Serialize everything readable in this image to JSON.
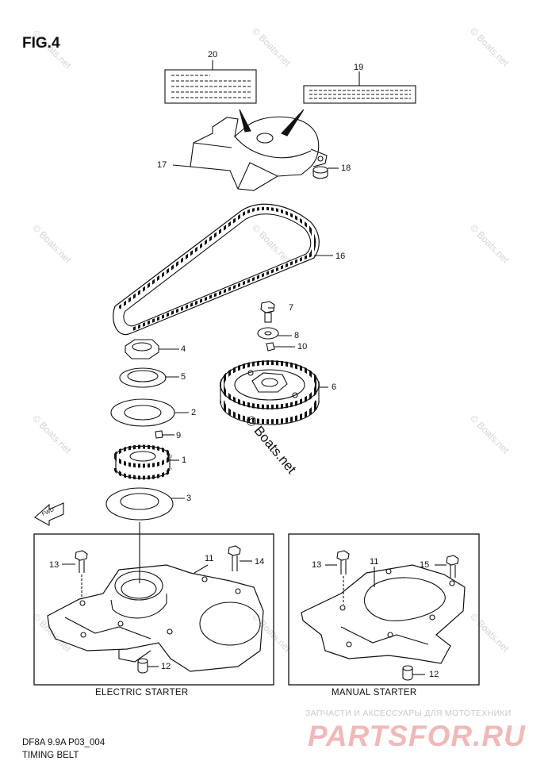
{
  "figure_title": "FIG.4",
  "parts": {
    "p1": "1",
    "p2": "2",
    "p3": "3",
    "p4": "4",
    "p5": "5",
    "p6": "6",
    "p7": "7",
    "p8": "8",
    "p9": "9",
    "p10": "10",
    "p11a": "11",
    "p11b": "11",
    "p12a": "12",
    "p12b": "12",
    "p13a": "13",
    "p13b": "13",
    "p14": "14",
    "p15": "15",
    "p16": "16",
    "p17": "17",
    "p18": "18",
    "p19": "19",
    "p20": "20"
  },
  "captions": {
    "electric": "ELECTRIC STARTER",
    "manual": "MANUAL STARTER"
  },
  "footer": {
    "model": "DF8A 9.9A P03_004",
    "name": "TIMING BELT"
  },
  "watermark": {
    "small": "© Boats.net",
    "large": "© Boats.net"
  },
  "brand": {
    "subtitle": "ЗАПЧАСТИ И АКСЕССУАРЫ ДЛЯ МОТОТЕХНИКИ",
    "name": "PARTSFOR.RU"
  },
  "fwd_label": "FWD",
  "colors": {
    "line": "#111111",
    "watermark": "#d4d4d4",
    "brand": "#f2b8b8"
  }
}
